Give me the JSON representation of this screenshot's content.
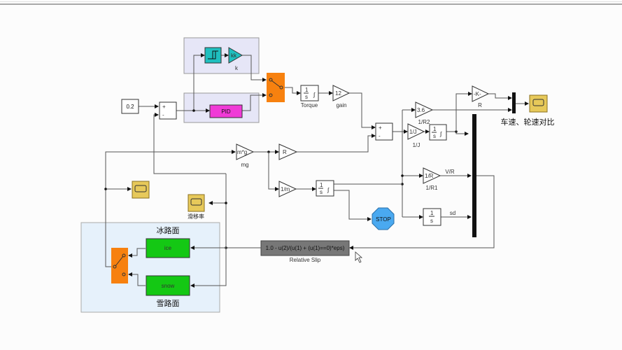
{
  "model": {
    "constant_value": "0.2",
    "sum1_signs": [
      "+",
      "-"
    ],
    "sum2_signs": [
      "+",
      "-"
    ],
    "k_gain": "kk",
    "k_label": "k",
    "pid_label": "PID",
    "torque_integrator": {
      "num": "1",
      "den": "s",
      "label": "Torque"
    },
    "gain12": {
      "value": "12",
      "label": "gain"
    },
    "mg_gain": {
      "value": "m*g",
      "label": "mg"
    },
    "r_gain": {
      "value": "R"
    },
    "inv_m_gain": {
      "value": "1/m"
    },
    "vel_integrator": {
      "num": "1",
      "den": "s"
    },
    "stop_label": "STOP",
    "r2_gain": {
      "value": "3.6",
      "label": "1/R2"
    },
    "inv_j_gain": {
      "value": "1/J",
      "label": "1/J"
    },
    "omega_integrator": {
      "num": "1",
      "den": "s"
    },
    "k_neg_gain": {
      "value": "-K-",
      "label": "R"
    },
    "r1_gain": {
      "value": "1/R",
      "label": "1/R1",
      "signal": "V/R"
    },
    "sd_integrator": {
      "num": "1",
      "den": "s",
      "signal": "sd"
    },
    "scope_compare_label": "车速、轮速对比",
    "scope_slip_label": "滑移率",
    "fcn_expr": "1.0 - u(2)/(u(1) + (u(1)==0)*eps)",
    "fcn_label": "Relative Slip",
    "ice_title": "冰路面",
    "ice_block": "ice",
    "snow_title": "雪路面",
    "snow_block": "snow"
  },
  "colors": {
    "subsystem_bg": "#e6e6f7",
    "road_bg": "#e6f1fb",
    "switch": "#f7810f",
    "teal": "#1fbfbf",
    "pid": "#f03ad7",
    "scope": "#e7c95a",
    "stop": "#4aa9f0",
    "road_block": "#14c814",
    "fcn": "#777777"
  }
}
